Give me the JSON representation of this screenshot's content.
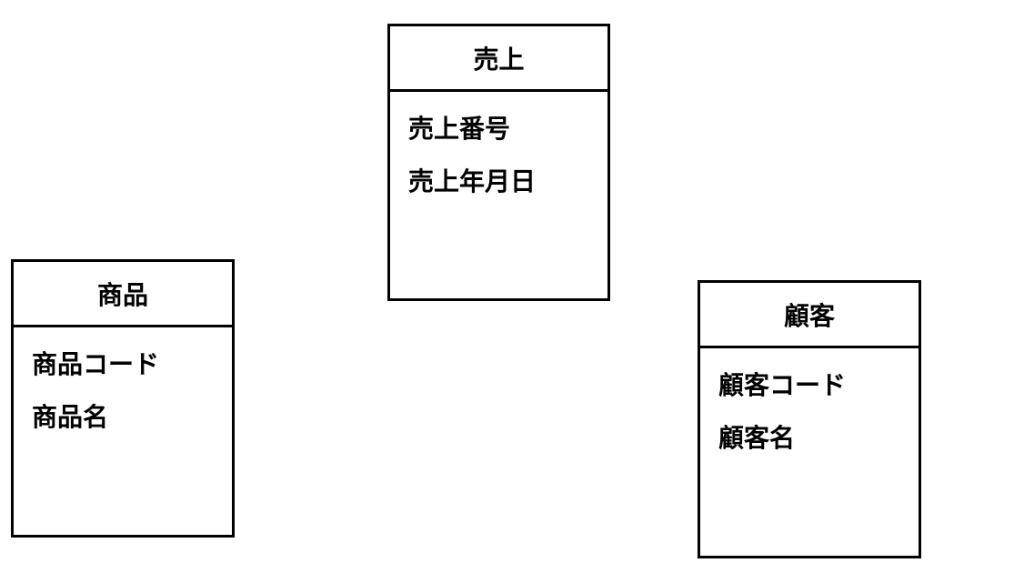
{
  "entities": {
    "sales": {
      "name": "売上",
      "attributes": [
        "売上番号",
        "売上年月日"
      ]
    },
    "product": {
      "name": "商品",
      "attributes": [
        "商品コード",
        "商品名"
      ]
    },
    "customer": {
      "name": "顧客",
      "attributes": [
        "顧客コード",
        "顧客名"
      ]
    }
  }
}
